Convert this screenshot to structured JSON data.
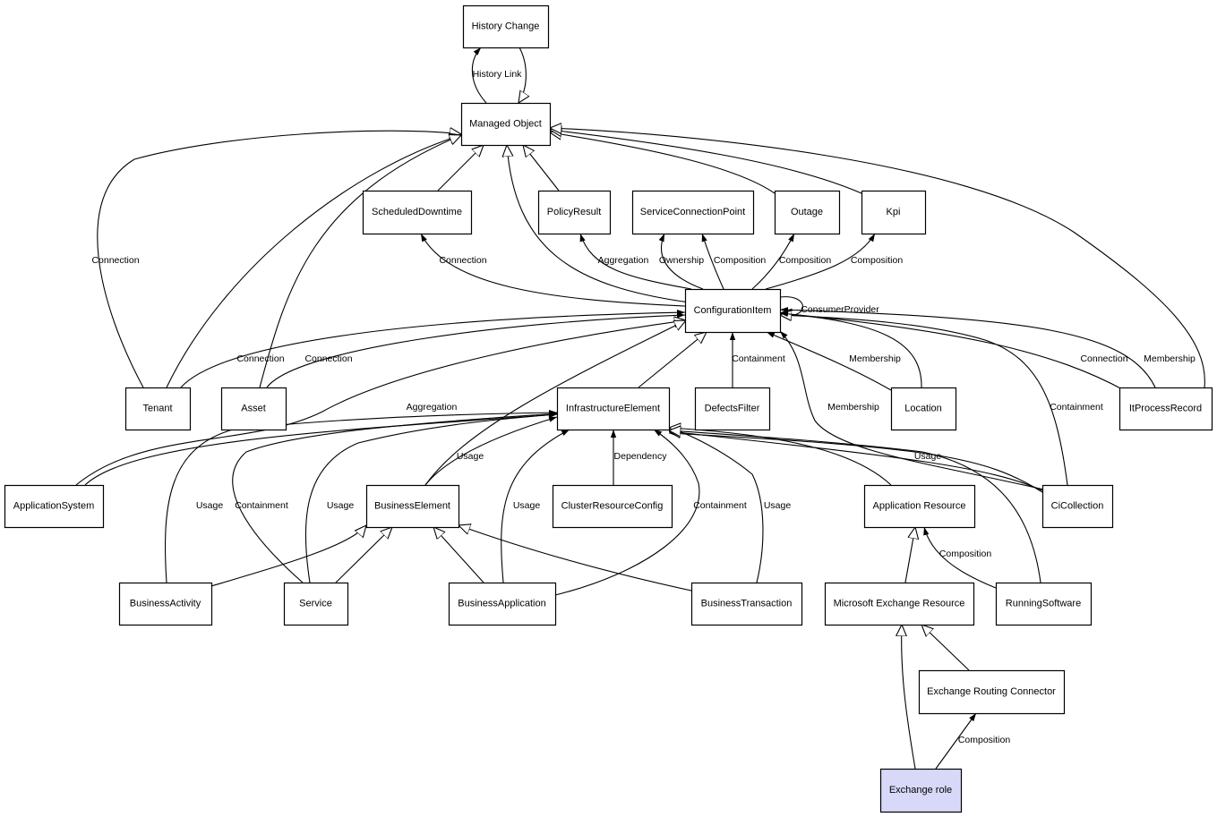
{
  "nodes": [
    {
      "id": "history_change",
      "label": "History Change"
    },
    {
      "id": "managed_object",
      "label": "Managed Object"
    },
    {
      "id": "scheduled_downtime",
      "label": "ScheduledDowntime"
    },
    {
      "id": "policy_result",
      "label": "PolicyResult"
    },
    {
      "id": "service_connection_point",
      "label": "ServiceConnectionPoint"
    },
    {
      "id": "outage",
      "label": "Outage"
    },
    {
      "id": "kpi",
      "label": "Kpi"
    },
    {
      "id": "configuration_item",
      "label": "ConfigurationItem"
    },
    {
      "id": "tenant",
      "label": "Tenant"
    },
    {
      "id": "asset",
      "label": "Asset"
    },
    {
      "id": "infrastructure_element",
      "label": "InfrastructureElement"
    },
    {
      "id": "defects_filter",
      "label": "DefectsFilter"
    },
    {
      "id": "location",
      "label": "Location"
    },
    {
      "id": "it_process_record",
      "label": "ItProcessRecord"
    },
    {
      "id": "application_system",
      "label": "ApplicationSystem"
    },
    {
      "id": "business_element",
      "label": "BusinessElement"
    },
    {
      "id": "cluster_resource_config",
      "label": "ClusterResourceConfig"
    },
    {
      "id": "application_resource",
      "label": "Application Resource"
    },
    {
      "id": "ci_collection",
      "label": "CiCollection"
    },
    {
      "id": "business_activity",
      "label": "BusinessActivity"
    },
    {
      "id": "service",
      "label": "Service"
    },
    {
      "id": "business_application",
      "label": "BusinessApplication"
    },
    {
      "id": "business_transaction",
      "label": "BusinessTransaction"
    },
    {
      "id": "microsoft_exchange_resource",
      "label": "Microsoft Exchange Resource"
    },
    {
      "id": "running_software",
      "label": "RunningSoftware"
    },
    {
      "id": "exchange_routing_connector",
      "label": "Exchange Routing Connector"
    },
    {
      "id": "exchange_role",
      "label": "Exchange role"
    }
  ],
  "edges": [
    {
      "id": "e_hist_link",
      "from": "managed_object",
      "to": "history_change",
      "label": "History Link",
      "kind": "association"
    },
    {
      "id": "e_hist_inh",
      "from": "history_change",
      "to": "managed_object",
      "label": "",
      "kind": "inheritance"
    },
    {
      "id": "e_sd_mo",
      "from": "scheduled_downtime",
      "to": "managed_object",
      "label": "",
      "kind": "inheritance"
    },
    {
      "id": "e_pr_mo",
      "from": "policy_result",
      "to": "managed_object",
      "label": "",
      "kind": "inheritance"
    },
    {
      "id": "e_out_mo",
      "from": "outage",
      "to": "managed_object",
      "label": "",
      "kind": "inheritance"
    },
    {
      "id": "e_kpi_mo",
      "from": "kpi",
      "to": "managed_object",
      "label": "",
      "kind": "inheritance"
    },
    {
      "id": "e_ci_mo",
      "from": "configuration_item",
      "to": "managed_object",
      "label": "",
      "kind": "inheritance"
    },
    {
      "id": "e_ten_mo_conn",
      "from": "tenant",
      "to": "managed_object",
      "label": "Connection",
      "kind": "inheritance"
    },
    {
      "id": "e_ten_mo",
      "from": "tenant",
      "to": "managed_object",
      "label": "",
      "kind": "inheritance"
    },
    {
      "id": "e_asset_mo",
      "from": "asset",
      "to": "managed_object",
      "label": "",
      "kind": "inheritance"
    },
    {
      "id": "e_itp_mo",
      "from": "it_process_record",
      "to": "managed_object",
      "label": "",
      "kind": "inheritance"
    },
    {
      "id": "e_ci_sd",
      "from": "configuration_item",
      "to": "scheduled_downtime",
      "label": "Connection",
      "kind": "association"
    },
    {
      "id": "e_ci_pr",
      "from": "configuration_item",
      "to": "policy_result",
      "label": "Aggregation",
      "kind": "association"
    },
    {
      "id": "e_ci_scp_own",
      "from": "configuration_item",
      "to": "service_connection_point",
      "label": "Ownership",
      "kind": "association"
    },
    {
      "id": "e_ci_scp_comp",
      "from": "configuration_item",
      "to": "service_connection_point",
      "label": "Composition",
      "kind": "association"
    },
    {
      "id": "e_ci_out",
      "from": "configuration_item",
      "to": "outage",
      "label": "Composition",
      "kind": "association"
    },
    {
      "id": "e_ci_kpi",
      "from": "configuration_item",
      "to": "kpi",
      "label": "Composition",
      "kind": "association"
    },
    {
      "id": "e_ci_self",
      "from": "configuration_item",
      "to": "configuration_item",
      "label": "ConsumerProvider",
      "kind": "association"
    },
    {
      "id": "e_ten_ci",
      "from": "tenant",
      "to": "configuration_item",
      "label": "Connection",
      "kind": "association"
    },
    {
      "id": "e_asset_ci",
      "from": "asset",
      "to": "configuration_item",
      "label": "Connection",
      "kind": "association"
    },
    {
      "id": "e_as_ci",
      "from": "application_system",
      "to": "configuration_item",
      "label": "Aggregation",
      "kind": "inheritance"
    },
    {
      "id": "e_be_ci",
      "from": "business_element",
      "to": "configuration_item",
      "label": "",
      "kind": "inheritance"
    },
    {
      "id": "e_ie_ci",
      "from": "infrastructure_element",
      "to": "configuration_item",
      "label": "",
      "kind": "inheritance"
    },
    {
      "id": "e_df_ci",
      "from": "defects_filter",
      "to": "configuration_item",
      "label": "Containment",
      "kind": "association"
    },
    {
      "id": "e_loc_ci_mem",
      "from": "location",
      "to": "configuration_item",
      "label": "Membership",
      "kind": "association"
    },
    {
      "id": "e_loc_ci",
      "from": "location",
      "to": "configuration_item",
      "label": "",
      "kind": "inheritance"
    },
    {
      "id": "e_cic_ci_mem",
      "from": "ci_collection",
      "to": "configuration_item",
      "label": "Membership",
      "kind": "association"
    },
    {
      "id": "e_cic_ci_cont",
      "from": "ci_collection",
      "to": "configuration_item",
      "label": "Containment",
      "kind": "inheritance"
    },
    {
      "id": "e_itp_ci_conn",
      "from": "it_process_record",
      "to": "configuration_item",
      "label": "Connection",
      "kind": "association"
    },
    {
      "id": "e_itp_ci_mem",
      "from": "it_process_record",
      "to": "configuration_item",
      "label": "Membership",
      "kind": "association"
    },
    {
      "id": "e_as_ie",
      "from": "application_system",
      "to": "infrastructure_element",
      "label": "",
      "kind": "association"
    },
    {
      "id": "e_ba_ie",
      "from": "business_activity",
      "to": "infrastructure_element",
      "label": "Usage",
      "kind": "association"
    },
    {
      "id": "e_svc_ie_cont",
      "from": "service",
      "to": "infrastructure_element",
      "label": "Containment",
      "kind": "association"
    },
    {
      "id": "e_svc_ie_use",
      "from": "service",
      "to": "infrastructure_element",
      "label": "Usage",
      "kind": "association"
    },
    {
      "id": "e_be_ie",
      "from": "business_element",
      "to": "infrastructure_element",
      "label": "Usage",
      "kind": "association"
    },
    {
      "id": "e_bapp_ie_use",
      "from": "business_application",
      "to": "infrastructure_element",
      "label": "Usage",
      "kind": "association"
    },
    {
      "id": "e_bapp_ie_cont",
      "from": "business_application",
      "to": "infrastructure_element",
      "label": "Containment",
      "kind": "association"
    },
    {
      "id": "e_crc_ie",
      "from": "cluster_resource_config",
      "to": "infrastructure_element",
      "label": "Dependency",
      "kind": "association"
    },
    {
      "id": "e_bt_ie",
      "from": "business_transaction",
      "to": "infrastructure_element",
      "label": "Usage",
      "kind": "association"
    },
    {
      "id": "e_ar_ie",
      "from": "application_resource",
      "to": "infrastructure_element",
      "label": "",
      "kind": "inheritance"
    },
    {
      "id": "e_cic_ie_use",
      "from": "ci_collection",
      "to": "infrastructure_element",
      "label": "Usage",
      "kind": "association"
    },
    {
      "id": "e_cic_ie",
      "from": "ci_collection",
      "to": "infrastructure_element",
      "label": "",
      "kind": "inheritance"
    },
    {
      "id": "e_rs_ie",
      "from": "running_software",
      "to": "infrastructure_element",
      "label": "",
      "kind": "inheritance"
    },
    {
      "id": "e_bact_be",
      "from": "business_activity",
      "to": "business_element",
      "label": "",
      "kind": "inheritance"
    },
    {
      "id": "e_svc_be",
      "from": "service",
      "to": "business_element",
      "label": "",
      "kind": "inheritance"
    },
    {
      "id": "e_bapp_be",
      "from": "business_application",
      "to": "business_element",
      "label": "",
      "kind": "inheritance"
    },
    {
      "id": "e_bt_be",
      "from": "business_transaction",
      "to": "business_element",
      "label": "",
      "kind": "inheritance"
    },
    {
      "id": "e_mer_ar",
      "from": "microsoft_exchange_resource",
      "to": "application_resource",
      "label": "",
      "kind": "inheritance"
    },
    {
      "id": "e_rs_ar",
      "from": "running_software",
      "to": "application_resource",
      "label": "Composition",
      "kind": "association"
    },
    {
      "id": "e_erc_mer",
      "from": "exchange_routing_connector",
      "to": "microsoft_exchange_resource",
      "label": "",
      "kind": "inheritance"
    },
    {
      "id": "e_er_mer",
      "from": "exchange_role",
      "to": "microsoft_exchange_resource",
      "label": "",
      "kind": "inheritance"
    },
    {
      "id": "e_er_erc",
      "from": "exchange_role",
      "to": "exchange_routing_connector",
      "label": "Composition",
      "kind": "association"
    }
  ],
  "colors": {
    "node_fill": "#ffffff",
    "highlight_fill": "#d8d8f8",
    "stroke": "#000000"
  },
  "highlighted_node": "exchange_role"
}
